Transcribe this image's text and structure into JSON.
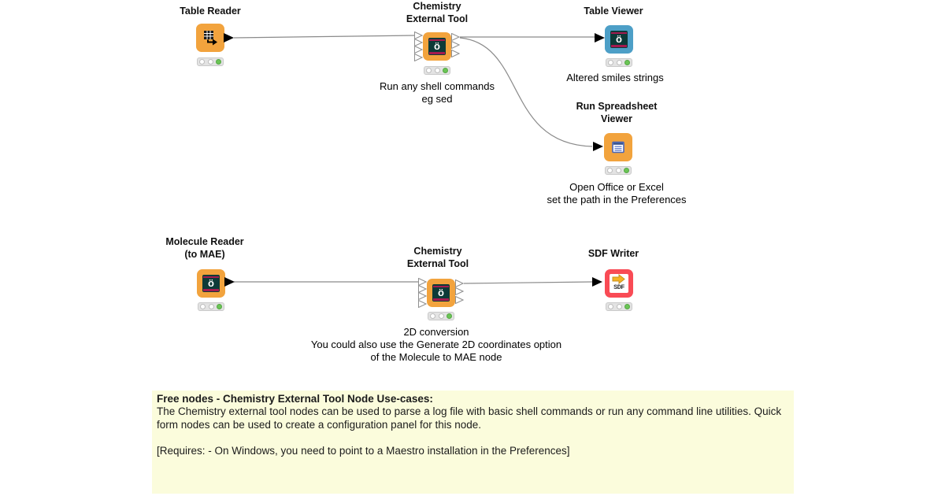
{
  "glyphs": {
    "schrodinger": "ö",
    "sdf": "SDF"
  },
  "nodes": {
    "table_reader": {
      "title_lines": [
        "Table Reader"
      ],
      "icon": "table-grid-icon",
      "body_color": "#F2A33D",
      "status_lights": [
        "off",
        "off",
        "green"
      ],
      "output_ports": 1
    },
    "chem_ext_1": {
      "title_lines": [
        "Chemistry",
        "External Tool"
      ],
      "caption_lines": [
        "Run any shell commands",
        "eg sed"
      ],
      "icon": "schrodinger-o-icon",
      "body_color": "#F2A33D",
      "status_lights": [
        "off",
        "off",
        "green"
      ],
      "input_ports": 4,
      "output_ports": 3
    },
    "table_viewer": {
      "title_lines": [
        "Table Viewer"
      ],
      "caption_lines": [
        "Altered smiles strings"
      ],
      "icon": "schrodinger-o-icon",
      "body_color": "#4D9FC7",
      "status_lights": [
        "off",
        "off",
        "green"
      ],
      "input_ports": 1
    },
    "run_spreadsheet_viewer": {
      "title_lines": [
        "Run Spreadsheet",
        "Viewer"
      ],
      "caption_lines": [
        "Open Office or Excel",
        "set the path in the Preferences"
      ],
      "icon": "spreadsheet-icon",
      "body_color": "#F2A33D",
      "status_lights": [
        "off",
        "off",
        "green"
      ],
      "input_ports": 1
    },
    "molecule_reader": {
      "title_lines": [
        "Molecule Reader",
        "(to MAE)"
      ],
      "icon": "schrodinger-o-icon",
      "body_color": "#F2A33D",
      "status_lights": [
        "off",
        "off",
        "green"
      ],
      "output_ports": 1
    },
    "chem_ext_2": {
      "title_lines": [
        "Chemistry",
        "External Tool"
      ],
      "caption_lines": [
        "2D conversion",
        "You could also use the Generate 2D coordinates option",
        "of the Molecule to MAE node"
      ],
      "icon": "schrodinger-o-icon",
      "body_color": "#F2A33D",
      "status_lights": [
        "off",
        "off",
        "green"
      ],
      "input_ports": 4,
      "output_ports": 3
    },
    "sdf_writer": {
      "title_lines": [
        "SDF Writer"
      ],
      "icon": "sdf-icon",
      "body_color": "#F94B55",
      "status_lights": [
        "off",
        "off",
        "green"
      ],
      "input_ports": 1
    }
  },
  "connections": [
    {
      "from": "table_reader",
      "to": "chem_ext_1"
    },
    {
      "from": "chem_ext_1",
      "to": "table_viewer"
    },
    {
      "from": "chem_ext_1",
      "to": "run_spreadsheet_viewer"
    },
    {
      "from": "molecule_reader",
      "to": "chem_ext_2"
    },
    {
      "from": "chem_ext_2",
      "to": "sdf_writer"
    }
  ],
  "note_box": {
    "title": "Free nodes - Chemistry External Tool Node Use-cases:",
    "body": "The Chemistry external tool nodes can be used to parse a log file with basic shell commands or run any command line utilities. Quick form nodes can be used to create a configuration panel for this node.",
    "requires": "[Requires: - On Windows, you need to point to a Maestro installation in the Preferences]",
    "background_color": "#FBFCDC"
  },
  "colors": {
    "node_orange": "#F2A33D",
    "node_blue": "#4D9FC7",
    "node_red": "#F94B55",
    "status_green": "#6BC556",
    "connection_gray": "#8A8A8A",
    "icon_teal": "#0C3A38",
    "icon_crimson": "#A41A4F"
  }
}
